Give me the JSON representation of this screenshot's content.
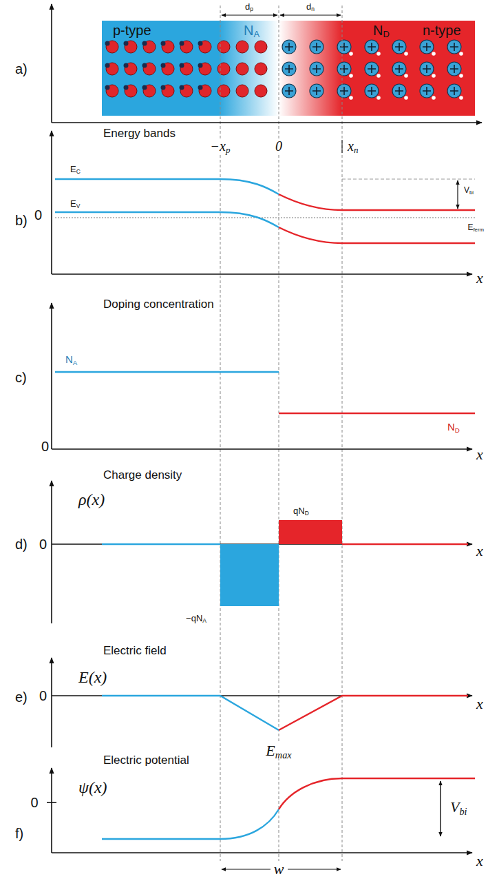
{
  "diagram": {
    "labels": [
      "a)",
      "p-type",
      "NA",
      "dp",
      "dn",
      "ND",
      "n-type",
      "Energy bands",
      "−xp",
      "0",
      "xn",
      "b)",
      "0",
      "EC",
      "EV",
      "Vbi",
      "Eferm",
      "x",
      "Doping concentration",
      "c)",
      "NA",
      "ND",
      "0",
      "x",
      "Charge density",
      "ρ(x)",
      "d)",
      "0",
      "qND",
      "−qNA",
      "x",
      "Electric field",
      "E(x)",
      "e)",
      "0",
      "x",
      "Emax",
      "Electric potential",
      "ψ(x)",
      "f)",
      "0",
      "Vbi",
      "x",
      "w"
    ]
  }
}
